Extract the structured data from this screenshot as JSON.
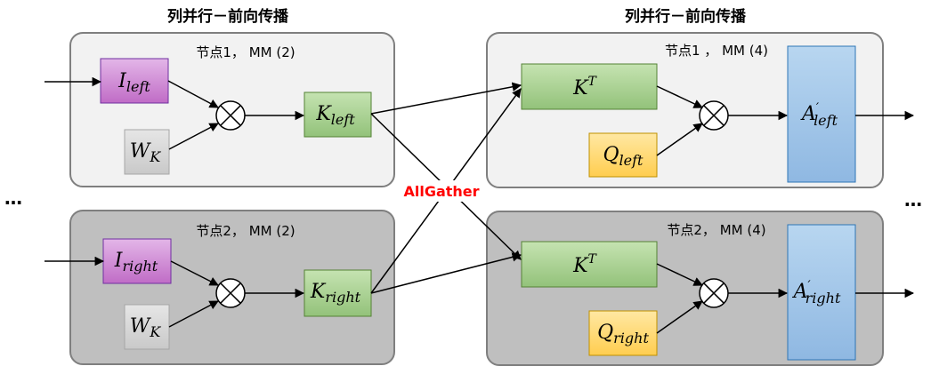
{
  "titles": {
    "left": "列并行－前向传播",
    "right": "列并行－前向传播"
  },
  "panels": {
    "top_left_label": "节点1， MM (2)",
    "bottom_left_label": "节点2， MM (2)",
    "top_right_label": "节点1 ， MM (4)",
    "bottom_right_label": "节点2， MM (4)"
  },
  "boxes": {
    "i_left": {
      "main": "I",
      "sub": "left"
    },
    "i_right": {
      "main": "I",
      "sub": "right"
    },
    "wk_top": {
      "main": "W",
      "sub": "K"
    },
    "wk_bottom": {
      "main": "W",
      "sub": "K"
    },
    "k_left": {
      "main": "K",
      "sub": "left"
    },
    "k_right": {
      "main": "K",
      "sub": "right"
    },
    "kt_top": {
      "main": "K",
      "sup": "T"
    },
    "kt_bottom": {
      "main": "K",
      "sup": "T"
    },
    "q_left": {
      "main": "Q",
      "sub": "left"
    },
    "q_right": {
      "main": "Q",
      "sub": "right"
    },
    "a_left": {
      "main": "A",
      "sup": "′",
      "sub": "left"
    },
    "a_right": {
      "main": "A",
      "sup": "′",
      "sub": "right"
    }
  },
  "allgather": "AllGather",
  "ellipsis": "…",
  "colors": {
    "panel_top_fill": "#f2f2f2",
    "panel_bottom_fill": "#bfbfbf",
    "purple": "#c678c9",
    "green": "#a8d08d",
    "gray_box": "#d9d9d9",
    "yellow": "#ffd966",
    "blue": "#9dc3e6",
    "allgather": "#ff0000"
  }
}
